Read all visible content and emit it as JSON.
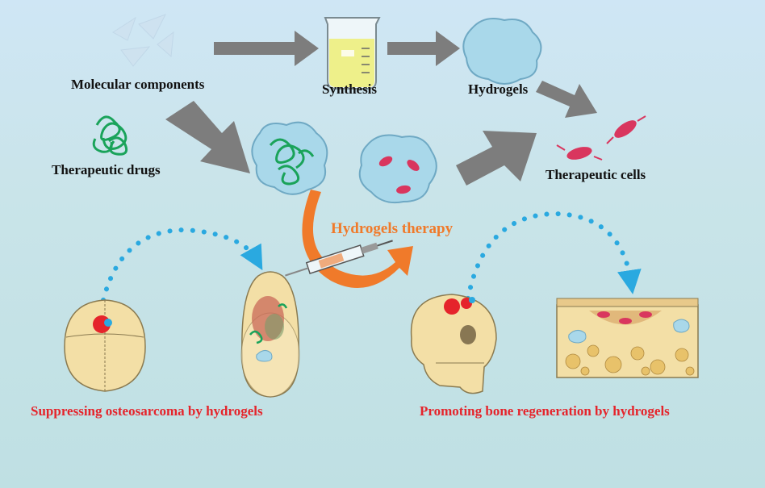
{
  "labels": {
    "molecular_components": "Molecular components",
    "synthesis": "Synthesis",
    "hydrogels": "Hydrogels",
    "therapeutic_drugs": "Therapeutic drugs",
    "therapeutic_cells": "Therapeutic cells",
    "hydrogels_therapy": "Hydrogels therapy",
    "suppressing": "Suppressing osteosarcoma by hydrogels",
    "promoting": "Promoting bone regeneration by hydrogels"
  },
  "colors": {
    "arrow_gray": "#7d7d7d",
    "hydrogel_blue": "#a9d8ea",
    "drug_green": "#1aa35a",
    "cell_pink": "#d9365e",
    "accent_red": "#e5242b",
    "accent_orange": "#f07a2a",
    "dot_blue": "#2aa9e0",
    "bone": "#f3dfa6"
  }
}
